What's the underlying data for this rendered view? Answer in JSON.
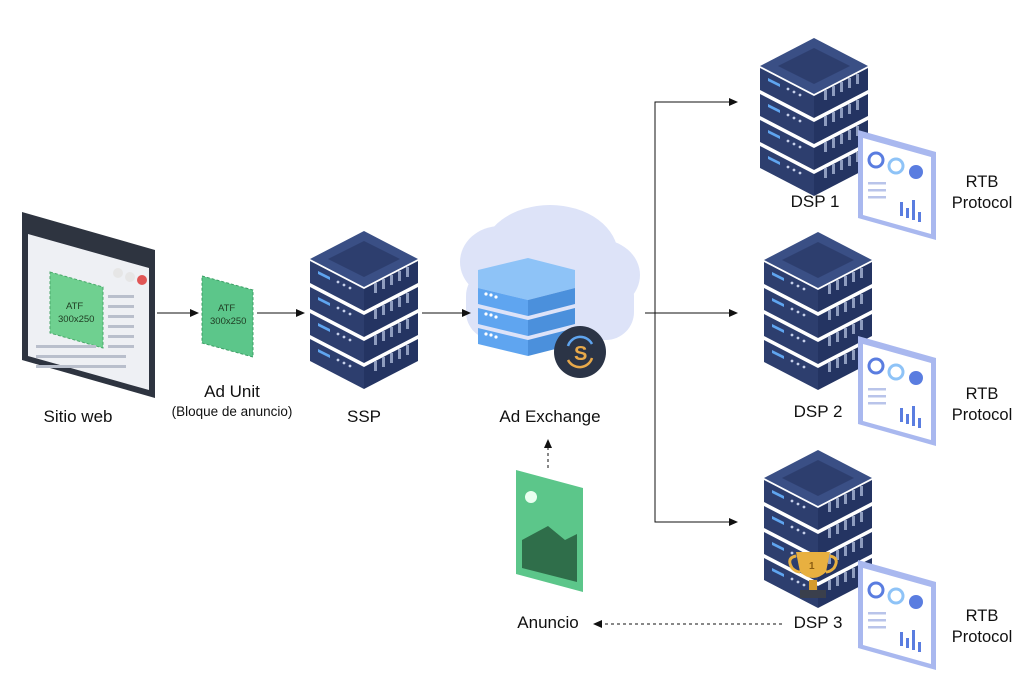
{
  "nodes": {
    "website": {
      "label": "Sitio web",
      "slot_line1": "ATF",
      "slot_line2": "300x250"
    },
    "ad_unit": {
      "label": "Ad Unit",
      "sublabel": "(Bloque de anuncio)",
      "line1": "ATF",
      "line2": "300x250"
    },
    "ssp": {
      "label": "SSP"
    },
    "ad_exchange": {
      "label": "Ad Exchange"
    },
    "anuncio": {
      "label": "Anuncio"
    },
    "dsps": [
      {
        "label": "DSP 1",
        "protocol_line1": "RTB",
        "protocol_line2": "Protocol",
        "winner": false
      },
      {
        "label": "DSP 2",
        "protocol_line1": "RTB",
        "protocol_line2": "Protocol",
        "winner": false
      },
      {
        "label": "DSP 3",
        "protocol_line1": "RTB",
        "protocol_line2": "Protocol",
        "winner": true
      }
    ]
  },
  "edges": [
    {
      "from": "website",
      "to": "ad_unit",
      "style": "solid"
    },
    {
      "from": "ad_unit",
      "to": "ssp",
      "style": "solid"
    },
    {
      "from": "ssp",
      "to": "ad_exchange",
      "style": "solid"
    },
    {
      "from": "ad_exchange",
      "to": "dsp-1",
      "style": "solid"
    },
    {
      "from": "ad_exchange",
      "to": "dsp-2",
      "style": "solid"
    },
    {
      "from": "ad_exchange",
      "to": "dsp-3",
      "style": "solid"
    },
    {
      "from": "dsp-3",
      "to": "anuncio",
      "style": "dashed"
    },
    {
      "from": "anuncio",
      "to": "ad_exchange",
      "style": "dashed"
    }
  ],
  "colors": {
    "server_dark": "#2d3e6e",
    "server_side": "#243462",
    "server_top": "#3a4f85",
    "server_light": "#5fa5f0",
    "cloud": "#dde3f8",
    "ad_green": "#5cc68a",
    "dashboard": "#a9b8ef",
    "arrow": "#111111"
  }
}
